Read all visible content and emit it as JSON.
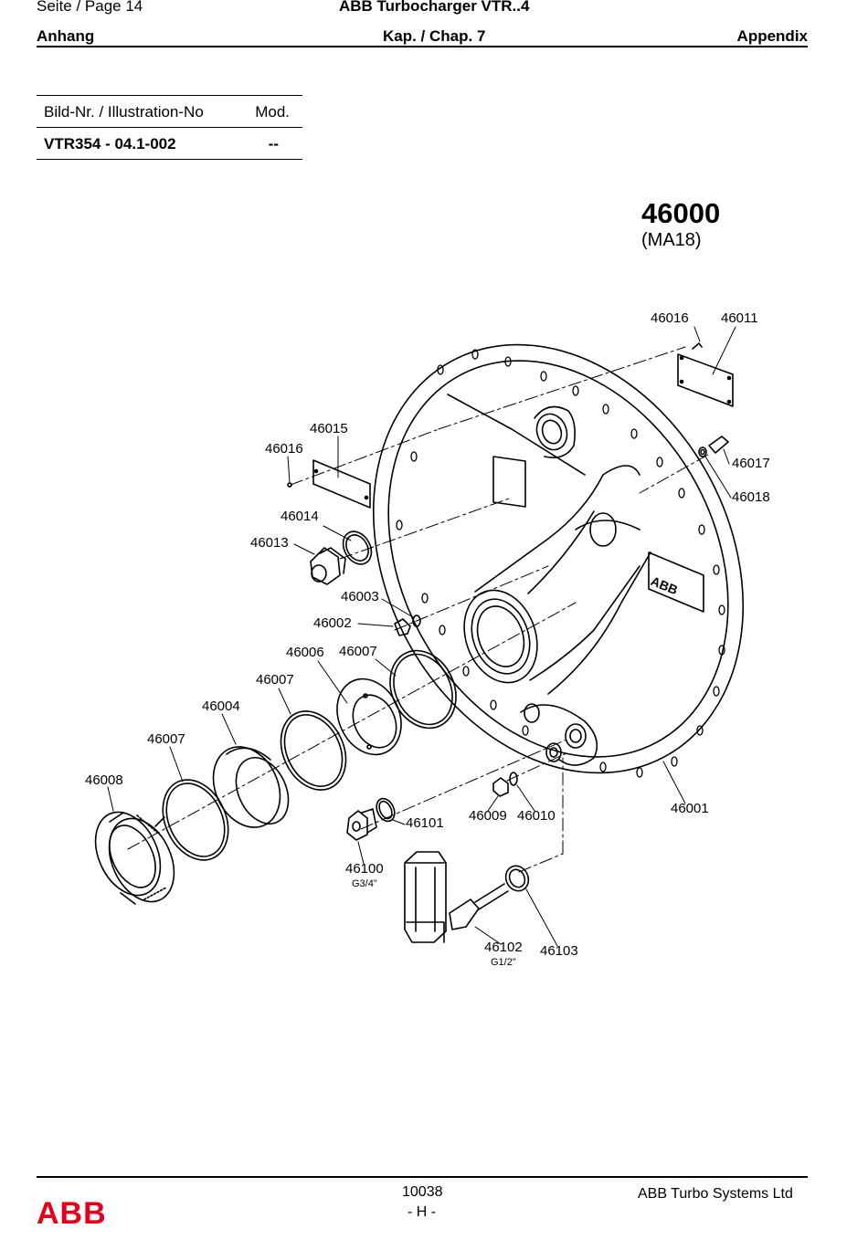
{
  "header": {
    "page": "Seite / Page  14",
    "title": "ABB Turbocharger VTR..4",
    "left": "Anhang",
    "center": "Kap. / Chap. 7",
    "right": "Appendix"
  },
  "illustration_table": {
    "headers": [
      "Bild-Nr. / Illustration-No",
      "Mod."
    ],
    "rows": [
      [
        "VTR354 - 04.1-002",
        "--"
      ]
    ]
  },
  "assembly": {
    "number": "46000",
    "code": "(MA18)"
  },
  "callouts": {
    "c46016a": "46016",
    "c46011": "46011",
    "c46015": "46015",
    "c46016b": "46016",
    "c46017": "46017",
    "c46018": "46018",
    "c46014": "46014",
    "c46013": "46013",
    "c46003": "46003",
    "c46002": "46002",
    "c46006": "46006",
    "c46007a": "46007",
    "c46007b": "46007",
    "c46004": "46004",
    "c46007c": "46007",
    "c46008": "46008",
    "c46009": "46009",
    "c46010": "46010",
    "c46001": "46001",
    "c46101": "46101",
    "c46100": "46100",
    "c46100_thread": "G3/4\"",
    "c46102": "46102",
    "c46102_thread": "G1/2\"",
    "c46103": "46103",
    "housing_logo": "ABB"
  },
  "footer": {
    "doc_number": "10038",
    "revision": "- H -",
    "company": "ABB Turbo Systems Ltd",
    "logo": "ABB"
  }
}
